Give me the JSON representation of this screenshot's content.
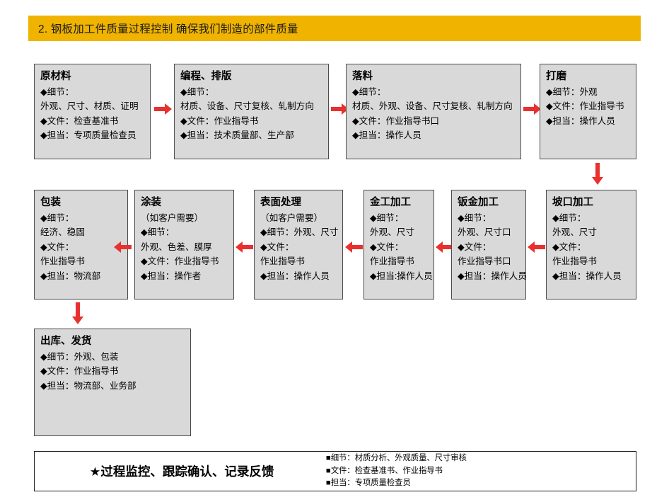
{
  "header": {
    "title": "2. 钢板加工件质量过程控制  确保我们制造的部件质量",
    "bar_color": "#f0b400"
  },
  "colors": {
    "box_fill": "#d9d9d9",
    "box_border": "#4c4c4c",
    "arrow": "#e8312f",
    "text": "#000000"
  },
  "flow": {
    "row1": [
      {
        "id": "raw-material",
        "title": "原材料",
        "lines": [
          "◆细节：",
          "外观、尺寸、材质、证明",
          "◆文件：检查基准书",
          "◆担当：专项质量检查员"
        ]
      },
      {
        "id": "programming-layout",
        "title": "编程、排版",
        "lines": [
          "◆细节：",
          "材质、设备、尺寸复核、轧制方向",
          "◆文件：作业指导书",
          "◆担当：技术质量部、生产部"
        ]
      },
      {
        "id": "blanking",
        "title": "落料",
        "lines": [
          "◆细节：",
          "材质、外观、设备、尺寸复核、轧制方向",
          "◆文件：作业指导书口",
          "◆担当：操作人员"
        ]
      },
      {
        "id": "grinding",
        "title": "打磨",
        "lines": [
          "◆细节：外观",
          "◆文件：作业指导书",
          "◆担当：操作人员"
        ]
      }
    ],
    "row2": [
      {
        "id": "packaging",
        "title": "包装",
        "sub": "",
        "lines": [
          "◆细节：",
          "经济、稳固",
          "◆文件：",
          "作业指导书",
          "◆担当：物流部"
        ]
      },
      {
        "id": "painting",
        "title": "涂装",
        "sub": "（如客户需要）",
        "lines": [
          "◆细节：",
          "外观、色差、膜厚",
          "◆文件：作业指导书",
          "◆担当：操作者"
        ]
      },
      {
        "id": "surface-treatment",
        "title": "表面处理",
        "sub": "（如客户需要）",
        "lines": [
          "◆细节：外观、尺寸",
          "◆文件：",
          "作业指导书",
          "◆担当：操作人员"
        ]
      },
      {
        "id": "metalworking",
        "title": "金工加工",
        "sub": "",
        "lines": [
          "◆细节：",
          "外观、尺寸",
          "◆文件：",
          "作业指导书",
          "◆担当:操作人员"
        ]
      },
      {
        "id": "sheet-metal",
        "title": "钣金加工",
        "sub": "",
        "lines": [
          "◆细节：",
          "外观、尺寸口",
          "◆文件：",
          "作业指导书口",
          "◆担当：操作人员"
        ]
      },
      {
        "id": "bevel-machining",
        "title": "坡口加工",
        "sub": "",
        "lines": [
          "◆细节：",
          "外观、尺寸",
          "◆文件：",
          "作业指导书",
          "◆担当：操作人员"
        ]
      }
    ],
    "row3": [
      {
        "id": "shipping",
        "title": "出库、发货",
        "lines": [
          "◆细节：外观、包装",
          "◆文件：作业指导书",
          "◆担当：物流部、业务部"
        ]
      }
    ]
  },
  "summary": {
    "headline": "★过程监控、跟踪确认、记录反馈",
    "items": [
      "■细节：材质分析、外观质量、尺寸审核",
      "■文件：检查基准书、作业指导书",
      "■担当：专项质量检查员"
    ]
  }
}
